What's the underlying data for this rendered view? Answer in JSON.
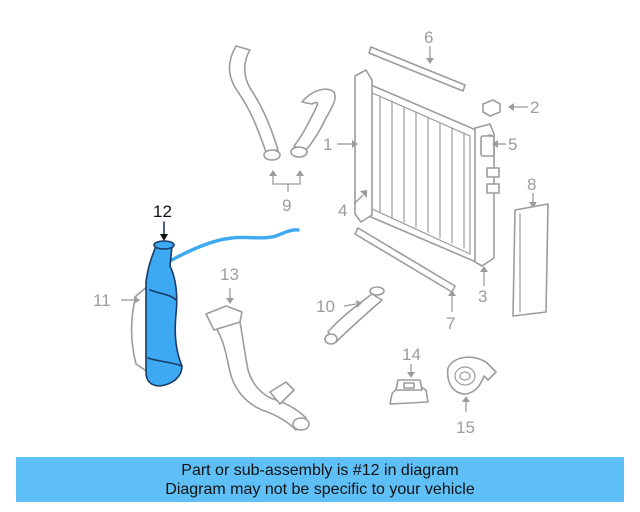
{
  "callouts": {
    "c1": "1",
    "c2": "2",
    "c3": "3",
    "c4": "4",
    "c5": "5",
    "c6": "6",
    "c7": "7",
    "c8": "8",
    "c9": "9",
    "c10": "10",
    "c11": "11",
    "c12": "12",
    "c13": "13",
    "c14": "14",
    "c15": "15"
  },
  "highlighted_part": "12",
  "colors": {
    "highlight_fill": "#3da9f2",
    "highlight_stroke": "#1a3c66",
    "banner": "#5ec0f6",
    "line_art": "#9c9c9c"
  },
  "banner": {
    "line1": "Part or sub-assembly is #12 in diagram",
    "line2": "Diagram may not be specific to your vehicle"
  }
}
